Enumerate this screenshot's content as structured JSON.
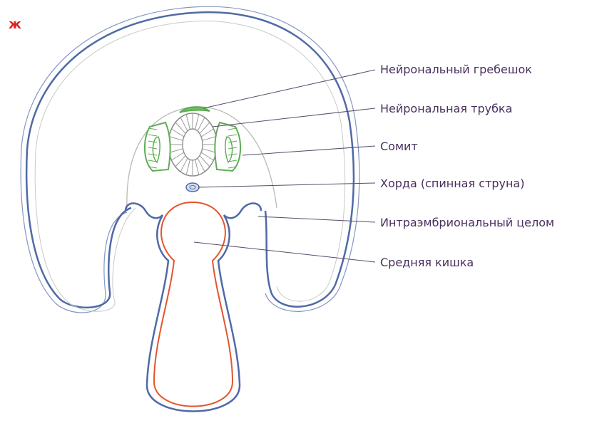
{
  "panel_letter": "ж",
  "labels": {
    "neural_crest": "Нейрональный гребешок",
    "neural_tube": "Нейрональная трубка",
    "somite": "Сомит",
    "notochord": "Хорда (спинная струна)",
    "intraembryonic_coelom": "Интраэмбриональный целом",
    "midgut": "Средняя кишка"
  },
  "colors": {
    "background": "#ffffff",
    "outer_ectoderm": "#4f6aa6",
    "mesoderm_outline": "#b6bbb4",
    "gut_endoderm": "#e4552e",
    "somite_green": "#5cae54",
    "neural_tube_gray": "#8e8e8e",
    "notochord_blue": "#4f6aa6",
    "panel_letter": "#e02020",
    "label_text": "#4a2f5e"
  }
}
